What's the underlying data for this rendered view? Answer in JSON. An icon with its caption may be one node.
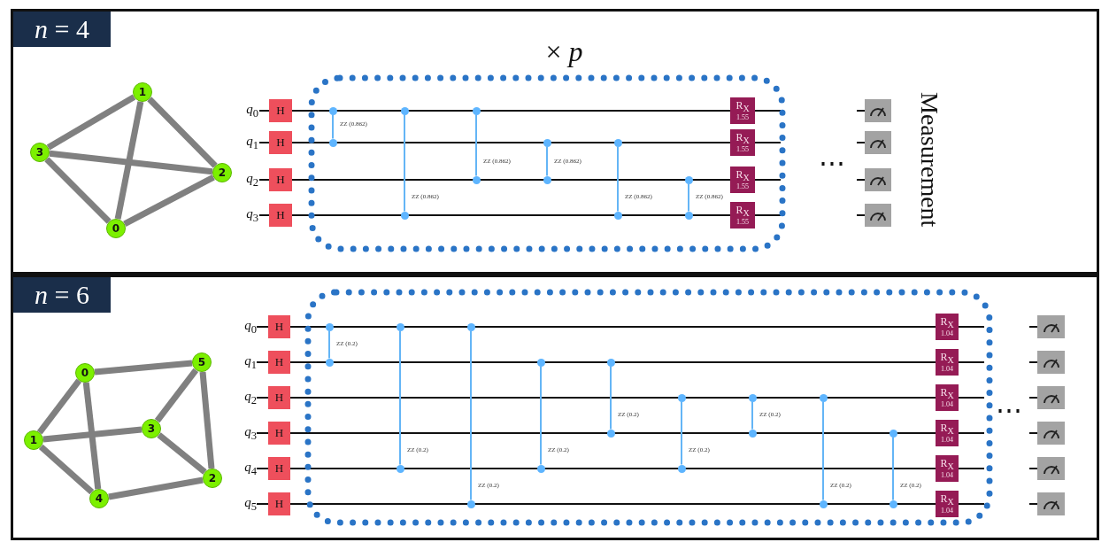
{
  "diagram": {
    "nodes": [
      {
        "text": [
          "*n* = 4"
        ]
      },
      {
        "text": [
          "0"
        ],
        "in": 0
      },
      {
        "text": [
          "1"
        ],
        "in": 0
      },
      {
        "text": [
          "2"
        ],
        "in": 0
      },
      {
        "text": [
          "3"
        ],
        "in": 0
      },
      {
        "text": [
          "H"
        ],
        "in": 0
      },
      {
        "text": [
          "H"
        ],
        "in": 0
      },
      {
        "text": [
          "H"
        ],
        "in": 0
      },
      {
        "text": [
          "H"
        ],
        "in": 0
      },
      {
        "text": [],
        "shape": "circle",
        "in": 0
      },
      {
        "text": [],
        "shape": "circle",
        "in": 0
      },
      {
        "text": [],
        "shape": "circle",
        "in": 0
      },
      {
        "text": [],
        "shape": "circle",
        "in": 0
      },
      {
        "text": [],
        "shape": "circle",
        "in": 0
      },
      {
        "text": [],
        "shape": "circle",
        "in": 0
      },
      {
        "text": [],
        "shape": "circle",
        "in": 0
      },
      {
        "text": [],
        "shape": "circle",
        "in": 0
      },
      {
        "text": [],
        "shape": "circle",
        "in": 0
      },
      {
        "text": [],
        "shape": "circle",
        "in": 0
      },
      {
        "text": [],
        "shape": "circle",
        "in": 0
      },
      {
        "text": [],
        "shape": "circle",
        "in": 0
      },
      {
        "text": [
          "R$_{X}$",
          "1.55"
        ],
        "in": 0
      },
      {
        "text": [
          "R$_{X}$",
          "1.55"
        ],
        "in": 0
      },
      {
        "text": [
          "R$_{X}$",
          "1.55"
        ],
        "in": 0
      },
      {
        "text": [
          "R$_{X}$",
          "1.55"
        ],
        "in": 0
      },
      {
        "text": [],
        "shape": "picture",
        "in": 0
      },
      {
        "text": [],
        "shape": "picture",
        "in": 0
      },
      {
        "text": [],
        "shape": "picture",
        "in": 0
      },
      {
        "text": [],
        "shape": "picture",
        "in": 0
      },
      {
        "text": [
          "*n* = 6"
        ]
      },
      {
        "text": [
          "0"
        ],
        "in": 29
      },
      {
        "text": [
          "1"
        ],
        "in": 29
      },
      {
        "text": [
          "2"
        ],
        "in": 29
      },
      {
        "text": [
          "3"
        ],
        "in": 29
      },
      {
        "text": [
          "4"
        ],
        "in": 29
      },
      {
        "text": [
          "5"
        ],
        "in": 29
      },
      {
        "text": [
          "H"
        ],
        "in": 29
      },
      {
        "text": [
          "H"
        ],
        "in": 29
      },
      {
        "text": [
          "H"
        ],
        "in": 29
      },
      {
        "text": [
          "H"
        ],
        "in": 29
      },
      {
        "text": [
          "H"
        ],
        "in": 29
      },
      {
        "text": [
          "H"
        ],
        "in": 29
      },
      {
        "text": [],
        "shape": "circle",
        "in": 29
      },
      {
        "text": [],
        "shape": "circle",
        "in": 29
      },
      {
        "text": [],
        "shape": "circle",
        "in": 29
      },
      {
        "text": [],
        "shape": "circle",
        "in": 29
      },
      {
        "text": [],
        "shape": "circle",
        "in": 29
      },
      {
        "text": [],
        "shape": "circle",
        "in": 29
      },
      {
        "text": [],
        "shape": "circle",
        "in": 29
      },
      {
        "text": [],
        "shape": "circle",
        "in": 29
      },
      {
        "text": [],
        "shape": "circle",
        "in": 29
      },
      {
        "text": [],
        "shape": "circle",
        "in": 29
      },
      {
        "text": [],
        "shape": "circle",
        "in": 29
      },
      {
        "text": [],
        "shape": "circle",
        "in": 29
      },
      {
        "text": [],
        "shape": "circle",
        "in": 29
      },
      {
        "text": [],
        "shape": "circle",
        "in": 29
      },
      {
        "text": [],
        "shape": "circle",
        "in": 29
      },
      {
        "text": [],
        "shape": "circle",
        "in": 29
      },
      {
        "text": [],
        "shape": "circle",
        "in": 29
      },
      {
        "text": [],
        "shape": "circle",
        "in": 29
      },
      {
        "text": [
          "R$_{X}$",
          "1.04"
        ],
        "in": 29
      },
      {
        "text": [
          "R$_{X}$",
          "1.04"
        ],
        "in": 29
      },
      {
        "text": [
          "R$_{X}$",
          "1.04"
        ],
        "in": 29
      },
      {
        "text": [
          "R$_{X}$",
          "1.04"
        ],
        "in": 29
      },
      {
        "text": [
          "R$_{X}$",
          "1.04"
        ],
        "in": 29
      },
      {
        "text": [
          "R$_{X}$",
          "1.04"
        ],
        "in": 29
      },
      {
        "text": [],
        "shape": "picture",
        "in": 29
      },
      {
        "text": [],
        "shape": "picture",
        "in": 29
      },
      {
        "text": [],
        "shape": "picture",
        "in": 29
      },
      {
        "text": [],
        "shape": "picture",
        "in": 29
      },
      {
        "text": [],
        "shape": "picture",
        "in": 29
      },
      {
        "text": [],
        "shape": "picture",
        "in": 29
      }
    ],
    "edges": [
      {
        "from": 2,
        "to": 4,
        "arrow": "none",
        "style": "thick"
      },
      {
        "from": 2,
        "to": 3,
        "arrow": "none",
        "style": "thick"
      },
      {
        "from": 2,
        "to": 1,
        "arrow": "none",
        "style": "thick"
      },
      {
        "from": 4,
        "to": 3,
        "arrow": "none",
        "style": "thick"
      },
      {
        "from": 4,
        "to": 1,
        "arrow": "none",
        "style": "thick"
      },
      {
        "from": 1,
        "to": 3,
        "arrow": "none",
        "style": "thick"
      },
      {
        "from": 9,
        "to": 10,
        "arrow": "none",
        "label": "ZZ (0.862)",
        "color": "#64b5f6"
      },
      {
        "from": 11,
        "to": 12,
        "arrow": "none",
        "label": "ZZ (0.862)",
        "color": "#64b5f6"
      },
      {
        "from": 13,
        "to": 14,
        "arrow": "none",
        "label": "ZZ (0.862)",
        "color": "#64b5f6"
      },
      {
        "from": 15,
        "to": 16,
        "arrow": "none",
        "label": "ZZ (0.862)",
        "color": "#64b5f6"
      },
      {
        "from": 17,
        "to": 18,
        "arrow": "none",
        "label": "ZZ (0.862)",
        "color": "#64b5f6"
      },
      {
        "from": 19,
        "to": 20,
        "arrow": "none",
        "label": "ZZ (0.862)",
        "color": "#64b5f6"
      },
      {
        "from": 30,
        "to": 35,
        "arrow": "none",
        "style": "thick"
      },
      {
        "from": 30,
        "to": 31,
        "arrow": "none",
        "style": "thick"
      },
      {
        "from": 30,
        "to": 34,
        "arrow": "none",
        "style": "thick"
      },
      {
        "from": 31,
        "to": 33,
        "arrow": "none",
        "style": "thick"
      },
      {
        "from": 31,
        "to": 34,
        "arrow": "none",
        "style": "thick"
      },
      {
        "from": 33,
        "to": 35,
        "arrow": "none",
        "style": "thick"
      },
      {
        "from": 33,
        "to": 32,
        "arrow": "none",
        "style": "thick"
      },
      {
        "from": 35,
        "to": 32,
        "arrow": "none",
        "style": "thick"
      },
      {
        "from": 34,
        "to": 32,
        "arrow": "none",
        "style": "thick"
      },
      {
        "from": 42,
        "to": 43,
        "arrow": "none",
        "label": "ZZ (0.2)",
        "color": "#64b5f6"
      },
      {
        "from": 44,
        "to": 45,
        "arrow": "none",
        "label": "ZZ (0.2)",
        "color": "#64b5f6"
      },
      {
        "from": 46,
        "to": 47,
        "arrow": "none",
        "label": "ZZ (0.2)",
        "color": "#64b5f6"
      },
      {
        "from": 48,
        "to": 49,
        "arrow": "none",
        "label": "ZZ (0.2)",
        "color": "#64b5f6"
      },
      {
        "from": 50,
        "to": 51,
        "arrow": "none",
        "label": "ZZ (0.2)",
        "color": "#64b5f6"
      },
      {
        "from": 52,
        "to": 53,
        "arrow": "none",
        "label": "ZZ (0.2)",
        "color": "#64b5f6"
      },
      {
        "from": 54,
        "to": 55,
        "arrow": "none",
        "label": "ZZ (0.2)",
        "color": "#64b5f6"
      },
      {
        "from": 56,
        "to": 57,
        "arrow": "none",
        "label": "ZZ (0.2)",
        "color": "#64b5f6"
      },
      {
        "from": 58,
        "to": 59,
        "arrow": "none",
        "label": "ZZ (0.2)",
        "color": "#64b5f6"
      }
    ],
    "labels": [
      "× *p*",
      "*q*$_{0}$",
      "*q*$_{1}$",
      "*q*$_{2}$",
      "*q*$_{3}$",
      "⋯",
      "Measurement",
      "*q*$_{0}$",
      "*q*$_{1}$",
      "*q*$_{2}$",
      "*q*$_{3}$",
      "*q*$_{4}$",
      "*q*$_{5}$",
      "⋯"
    ]
  }
}
